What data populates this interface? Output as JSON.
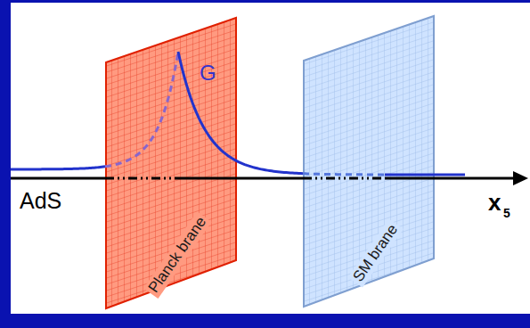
{
  "diagram": {
    "nodes": [
      {
        "text": [
          "Planck brane"
        ]
      },
      {
        "text": [
          "SM brane"
        ]
      }
    ],
    "labels": [
      "AdS",
      "G",
      "x",
      "5"
    ]
  }
}
